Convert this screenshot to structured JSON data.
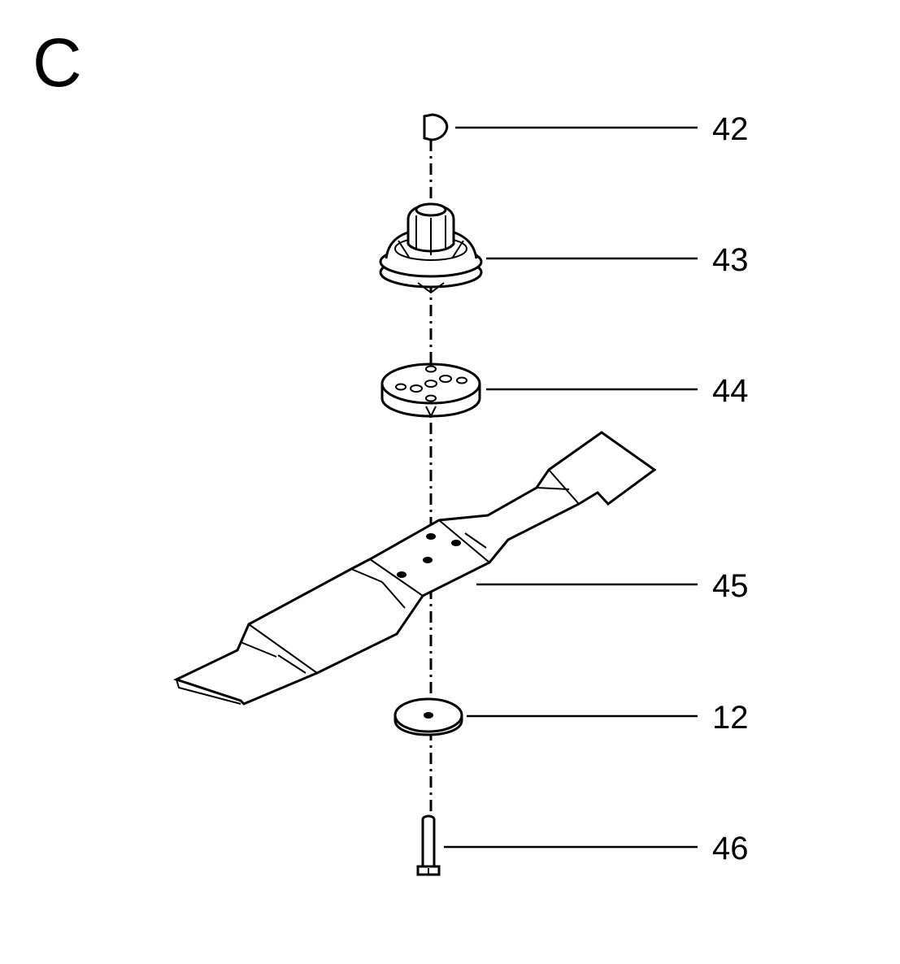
{
  "section_letter": "C",
  "callouts": [
    "42",
    "43",
    "44",
    "45",
    "12",
    "46"
  ],
  "parts": [
    {
      "number": "42",
      "icon": "key-icon"
    },
    {
      "number": "43",
      "icon": "blade-hub-icon"
    },
    {
      "number": "44",
      "icon": "blade-plate-icon"
    },
    {
      "number": "45",
      "icon": "mower-blade-icon"
    },
    {
      "number": "12",
      "icon": "washer-icon"
    },
    {
      "number": "46",
      "icon": "bolt-icon"
    }
  ]
}
